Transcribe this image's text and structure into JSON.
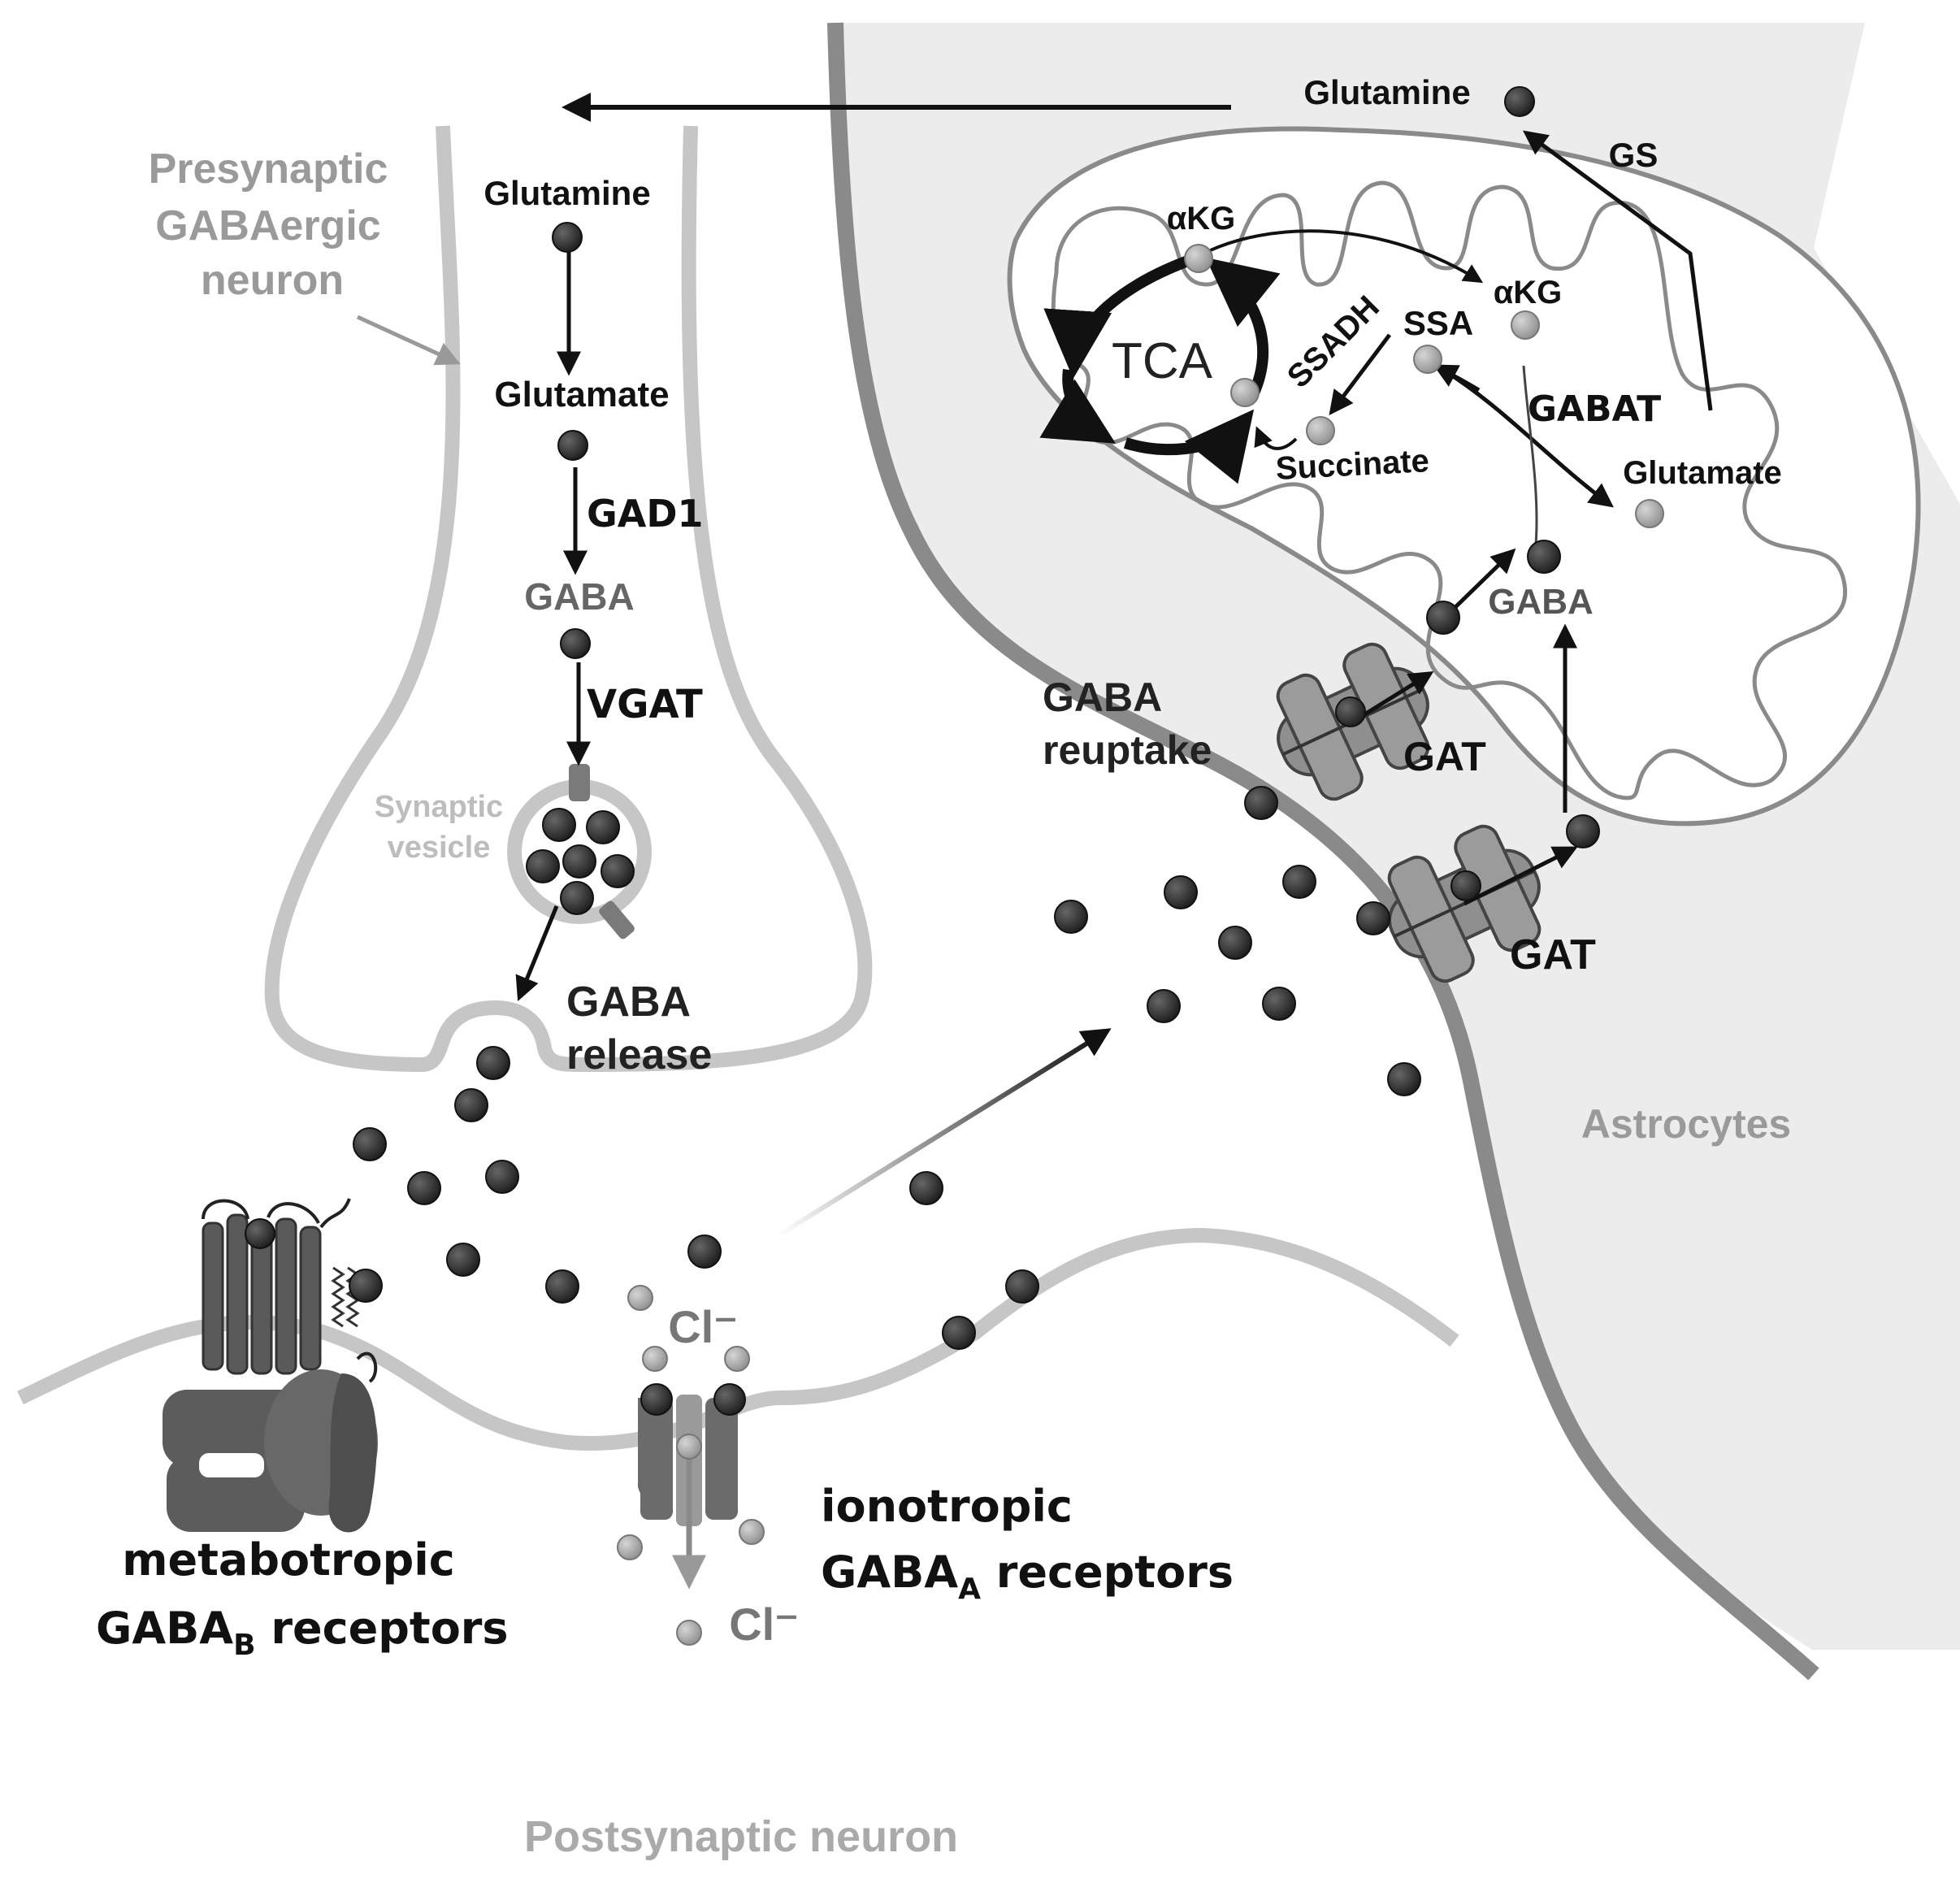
{
  "labels": {
    "presynaptic": [
      "Presynaptic",
      "GABAergic",
      "neuron"
    ],
    "glutamine_neuron": "Glutamine",
    "glutamate_neuron": "Glutamate",
    "gad1": "GAD1",
    "gaba_neuron": "GABA",
    "vgat": "VGAT",
    "synaptic_vesicle": [
      "Synaptic",
      "vesicle"
    ],
    "gaba_release": [
      "GABA",
      "release"
    ],
    "gaba_reuptake": [
      "GABA",
      "reuptake"
    ],
    "gat_upper": "GAT",
    "gat_lower": "GAT",
    "astrocytes": "Astrocytes",
    "glutamine_astro": "Glutamine",
    "gs": "GS",
    "akg_left": "αKG",
    "akg_right": "αKG",
    "tca": "TCA",
    "ssadh": "SSADH",
    "ssa": "SSA",
    "gabat": "GABAT",
    "succinate": "Succinate",
    "glutamate_mito": "Glutamate",
    "gaba_mito": "GABA",
    "cl_top": "Cl⁻",
    "cl_bottom": "Cl⁻",
    "ionotropic_line1": "ionotropic",
    "ionotropic_base": "GABA",
    "ionotropic_sub": "A",
    "ionotropic_rest": " receptors",
    "metabotropic_line1": "metabotropic",
    "metabotropic_base": "GABA",
    "metabotropic_sub": "B",
    "metabotropic_rest": " receptors",
    "postsynaptic": "Postsynaptic neuron"
  },
  "colors": {
    "molecule_dark": "#2a2a2a",
    "molecule_light": "#a8a8a8",
    "membrane": "#c6c6c6",
    "astro_fill": "#ececec",
    "astro_membrane": "#8a8a8a",
    "receptor": "#595959",
    "label_grey": "#9a9a9a"
  }
}
